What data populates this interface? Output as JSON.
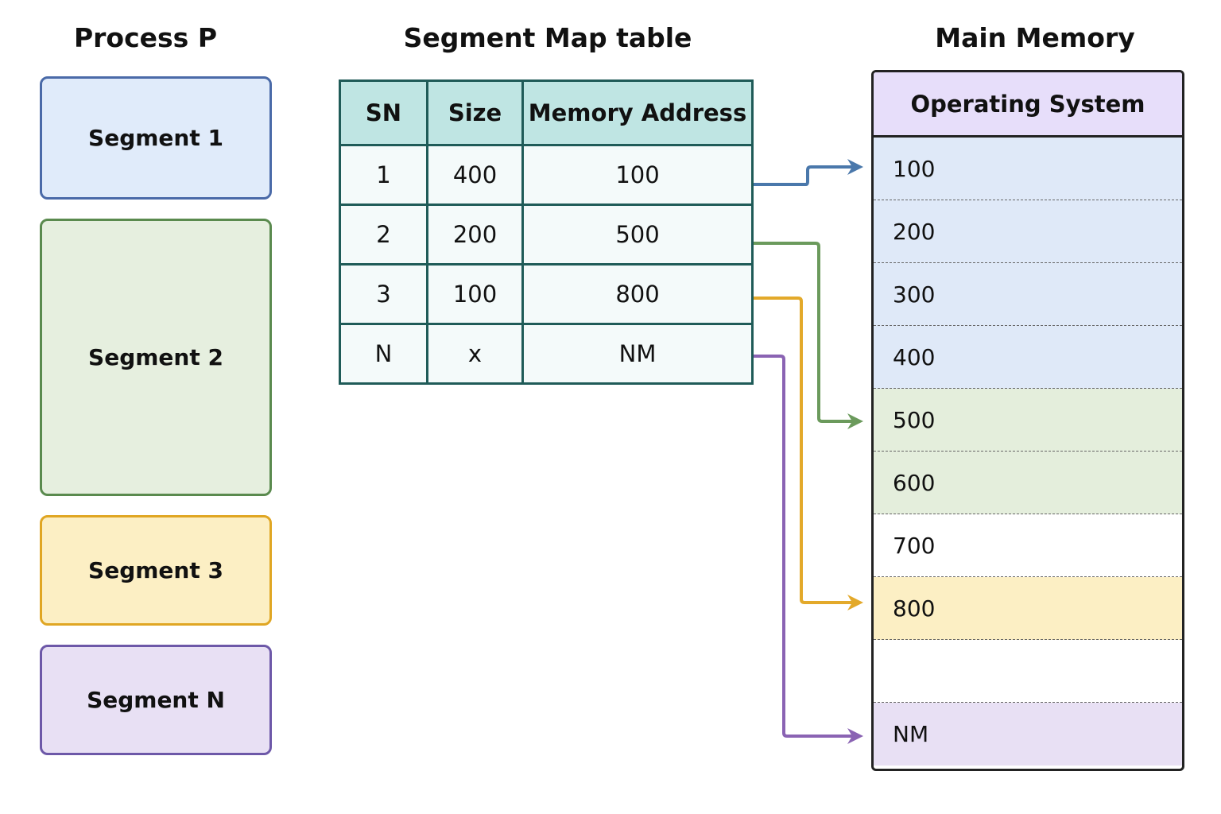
{
  "headings": {
    "process": "Process P",
    "segment_map_table": "Segment Map table",
    "main_memory": "Main Memory"
  },
  "process_segments": [
    {
      "label": "Segment 1",
      "fill": "#e0ebfa",
      "border": "#4a6aa8"
    },
    {
      "label": "Segment 2",
      "fill": "#e6efdf",
      "border": "#5a8a4e"
    },
    {
      "label": "Segment 3",
      "fill": "#fcefc4",
      "border": "#e0a623"
    },
    {
      "label": "Segment N",
      "fill": "#e8e0f4",
      "border": "#6d58a8"
    }
  ],
  "segment_map_table": {
    "headers": [
      "SN",
      "Size",
      "Memory Address"
    ],
    "rows": [
      [
        "1",
        "400",
        "100"
      ],
      [
        "2",
        "200",
        "500"
      ],
      [
        "3",
        "100",
        "800"
      ],
      [
        "N",
        "x",
        "NM"
      ]
    ]
  },
  "main_memory": {
    "os_label": "Operating System",
    "blocks": [
      {
        "label": "100",
        "fill": "#dfe9f8"
      },
      {
        "label": "200",
        "fill": "#dfe9f8"
      },
      {
        "label": "300",
        "fill": "#dfe9f8"
      },
      {
        "label": "400",
        "fill": "#dfe9f8"
      },
      {
        "label": "500",
        "fill": "#e4eedc"
      },
      {
        "label": "600",
        "fill": "#e4eedc"
      },
      {
        "label": "700",
        "fill": "#ffffff"
      },
      {
        "label": "800",
        "fill": "#fcefc4"
      },
      {
        "label": "",
        "fill": "#ffffff"
      },
      {
        "label": "NM",
        "fill": "#e8e0f4"
      }
    ]
  },
  "arrow_colors": [
    "#4a78ab",
    "#6b9a5c",
    "#e3a92a",
    "#8a63b3"
  ]
}
